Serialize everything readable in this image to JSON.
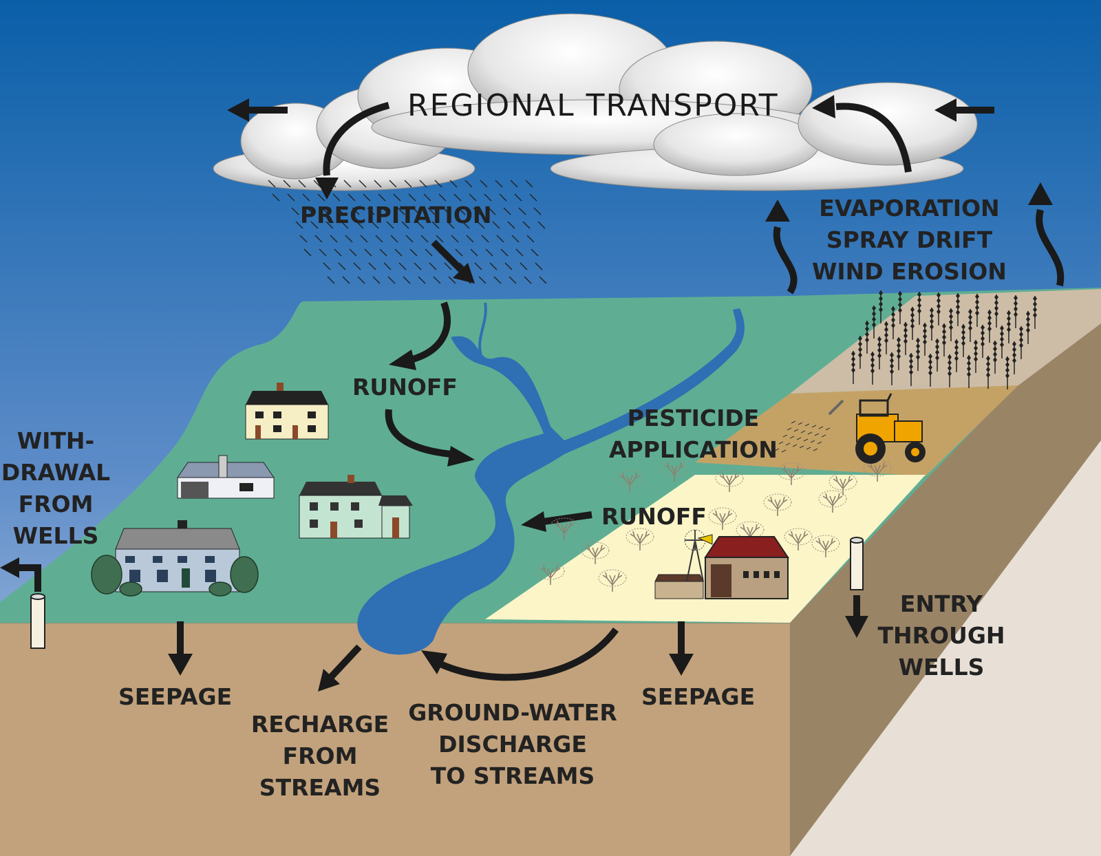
{
  "labels": {
    "regional_transport": "REGIONAL TRANSPORT",
    "precipitation": "PRECIPITATION",
    "evaporation": [
      "EVAPORATION",
      "SPRAY DRIFT",
      "WIND EROSION"
    ],
    "runoff_upper": "RUNOFF",
    "runoff_lower": "RUNOFF",
    "pesticide": [
      "PESTICIDE",
      "APPLICATION"
    ],
    "withdrawal": [
      "WITH-",
      "DRAWAL",
      "FROM",
      "WELLS"
    ],
    "seepage_left": "SEEPAGE",
    "seepage_right": "SEEPAGE",
    "recharge": [
      "RECHARGE",
      "FROM",
      "STREAMS"
    ],
    "groundwater": [
      "GROUND-WATER",
      "DISCHARGE",
      "TO STREAMS"
    ],
    "entry": [
      "ENTRY",
      "THROUGH",
      "WELLS"
    ]
  },
  "colors": {
    "sky_top": "#0a5fa8",
    "sky_bottom": "#b4c8e4",
    "land_green": "#5fae93",
    "soil": "#c2a27c",
    "soil_side": "#9a8466",
    "stream": "#2f6fb3",
    "field_cream": "#fbf5c8",
    "field_tan": "#c4a266",
    "field_gray": "#cdbda7",
    "arrow": "#1a1a1a"
  },
  "icons": {
    "cloud": "cloud-icon",
    "rain": "rain-icon",
    "house": "house-icon",
    "barn": "barn-icon",
    "windmill": "windmill-icon",
    "tractor": "tractor-icon",
    "well": "well-pipe-icon",
    "tree": "orchard-tree-icon",
    "wheat": "wheat-icon"
  }
}
